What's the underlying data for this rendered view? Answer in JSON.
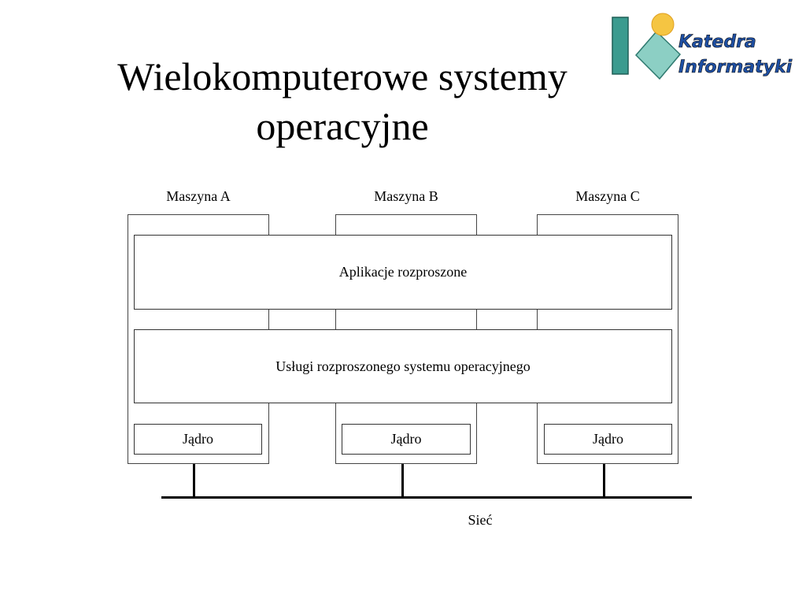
{
  "slide": {
    "title": "Wielokomputerowe systemy operacyjne"
  },
  "logo": {
    "line1": "Katedra",
    "line2": "Informatyki",
    "colors": {
      "bar": "#3b9b8f",
      "diamond": "#8ccfc4",
      "sun": "#f5c542",
      "text": "#1e4fa3"
    }
  },
  "diagram": {
    "machines": [
      "Maszyna A",
      "Maszyna B",
      "Maszyna C"
    ],
    "layers": {
      "applications": "Aplikacje rozproszone",
      "os_services": "Usługi rozproszonego systemu operacyjnego"
    },
    "kernel_label": "Jądro",
    "network_label": "Sieć"
  }
}
